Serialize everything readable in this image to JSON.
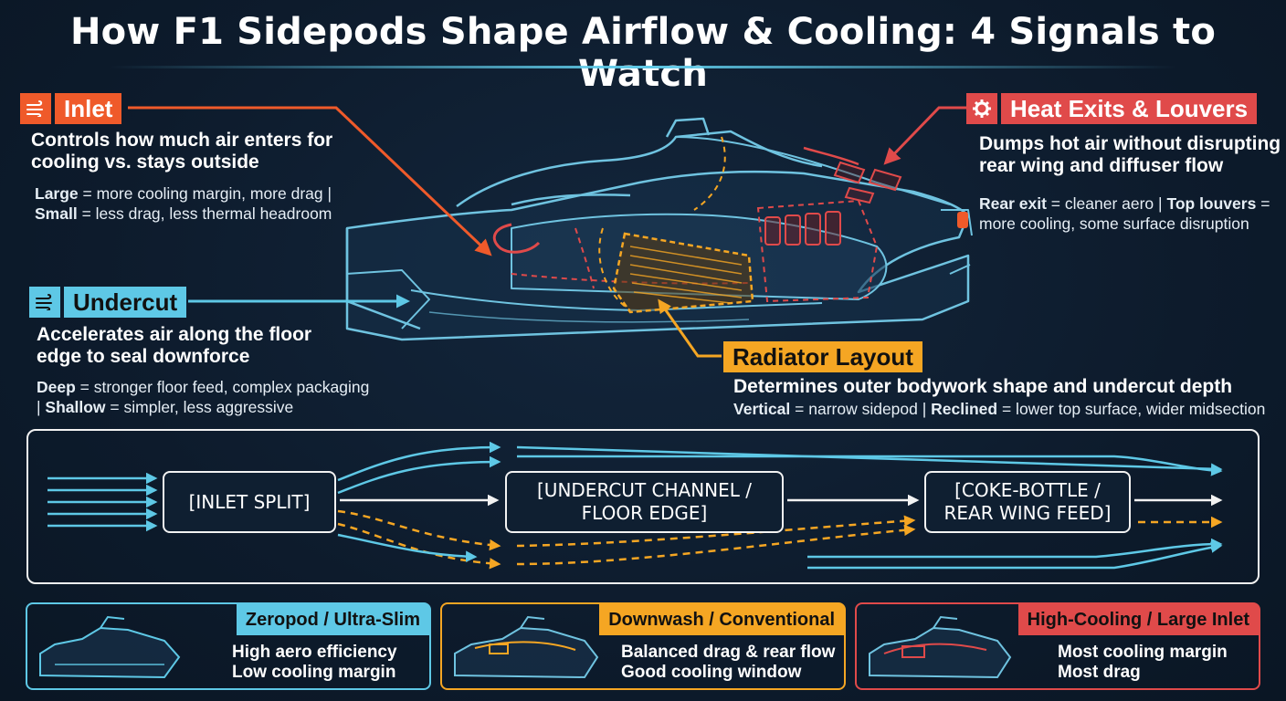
{
  "title": "How F1 Sidepods Shape Airflow & Cooling: 4 Signals to Watch",
  "colors": {
    "background": "#0d1b2c",
    "orange": "#ef5a2a",
    "red": "#e04a4a",
    "cyan": "#5ec8e6",
    "amber": "#f5a623",
    "white": "#f2f2f2"
  },
  "signals": {
    "inlet": {
      "icon": "airflow-icon",
      "label": "Inlet",
      "desc_1": "Controls how much air enters for",
      "desc_2": "cooling vs. stays outside",
      "d1_key": "Large",
      "d1_text": " = more cooling margin, more drag |",
      "d2_key": "Small",
      "d2_text": " = less drag, less thermal headroom"
    },
    "heat_exits": {
      "icon": "gear-icon",
      "label": "Heat Exits & Louvers",
      "desc_1": "Dumps hot air without disrupting",
      "desc_2": "rear wing and diffuser flow",
      "d1_key": "Rear exit",
      "d1_text": " = cleaner aero | ",
      "d1_key2": "Top louvers",
      "d1_text2": " =",
      "d2_text": "more cooling, some surface disruption"
    },
    "undercut": {
      "icon": "airflow-icon",
      "label": "Undercut",
      "desc_1": "Accelerates air along the floor",
      "desc_2": "edge to seal downforce",
      "d1_key": "Deep",
      "d1_text": " = stronger floor feed, complex packaging",
      "d2_pre": "| ",
      "d2_key": "Shallow",
      "d2_text": " = simpler, less aggressive"
    },
    "radiator": {
      "label": "Radiator Layout",
      "desc": "Determines outer bodywork shape and undercut depth",
      "d1_key": "Vertical",
      "d1_text": " = narrow sidepod | ",
      "d1_key2": "Reclined",
      "d1_text2": " = lower top surface, wider midsection"
    }
  },
  "flow": {
    "node_1": "[INLET SPLIT]",
    "node_2_l1": "[UNDERCUT CHANNEL /",
    "node_2_l2": "FLOOR EDGE]",
    "node_3_l1": "[COKE-BOTTLE /",
    "node_3_l2": "REAR WING FEED]"
  },
  "concepts": [
    {
      "name": "Zeropod / Ultra-Slim",
      "line_1": "High aero efficiency",
      "line_2": "Low cooling margin",
      "color": "#5ec8e6"
    },
    {
      "name": "Downwash / Conventional",
      "line_1": "Balanced drag & rear flow",
      "line_2": "Good cooling window",
      "color": "#f5a623"
    },
    {
      "name": "High-Cooling / Large Inlet",
      "line_1": "Most cooling margin",
      "line_2": "Most drag",
      "color": "#e04a4a"
    }
  ]
}
